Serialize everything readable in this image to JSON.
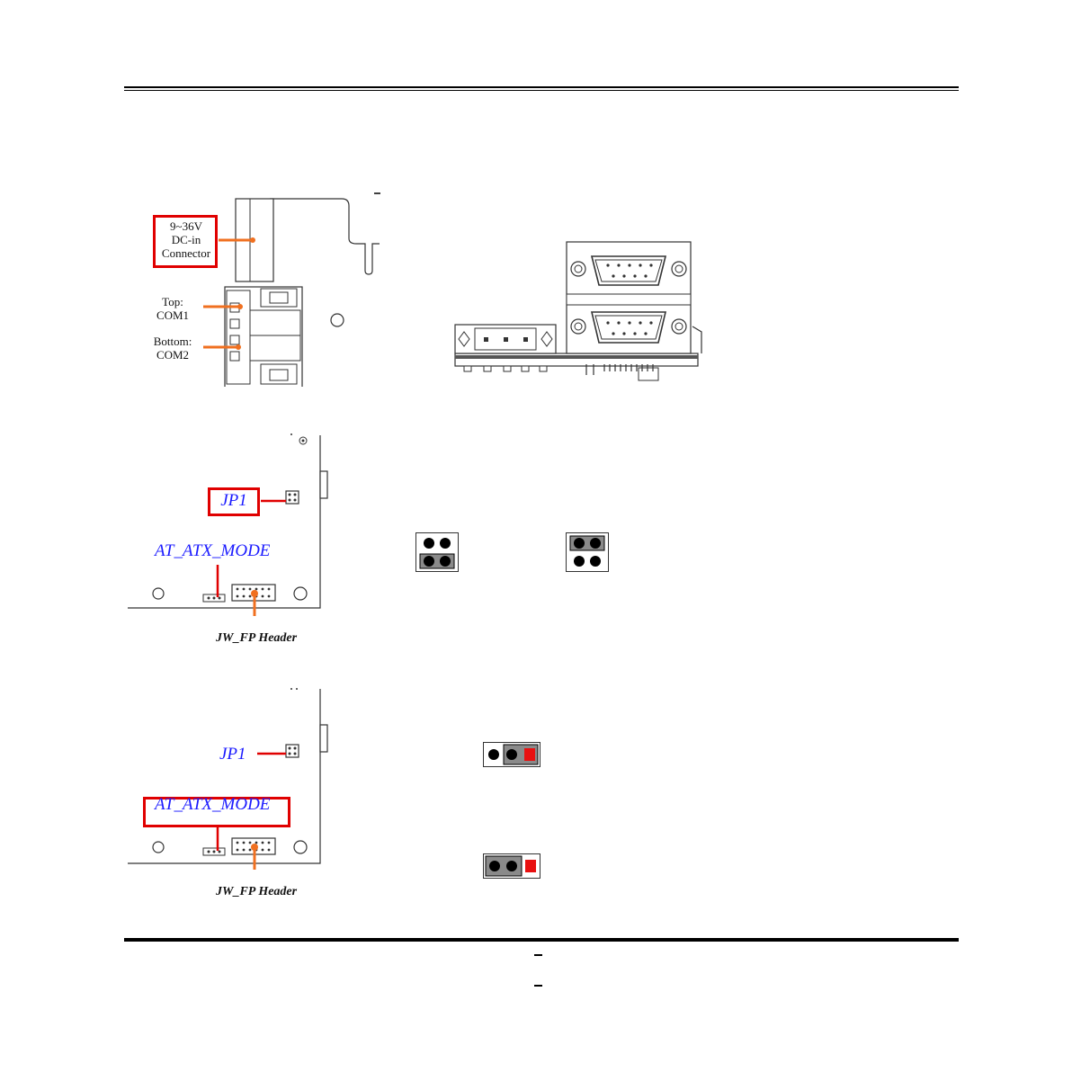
{
  "power": {
    "dc_label_line1": "9~36V",
    "dc_label_line2": "DC-in",
    "dc_label_line3": "Connector",
    "com_top_line1": "Top:",
    "com_top_line2": "COM1",
    "com_bottom_line1": "Bottom:",
    "com_bottom_line2": "COM2"
  },
  "board1": {
    "jp1_label": "JP1",
    "mode_label": "AT_ATX_MODE",
    "header_label": "JW_FP Header"
  },
  "board2": {
    "jp1_label": "JP1",
    "mode_label": "AT_ATX_MODE",
    "header_label": "JW_FP Header"
  },
  "colors": {
    "highlight_red": "#e00000",
    "leader_orange": "#f07020",
    "label_blue": "#1a1aff",
    "jumper_gray": "#8a8a8a",
    "pin1_red": "#e81010"
  }
}
